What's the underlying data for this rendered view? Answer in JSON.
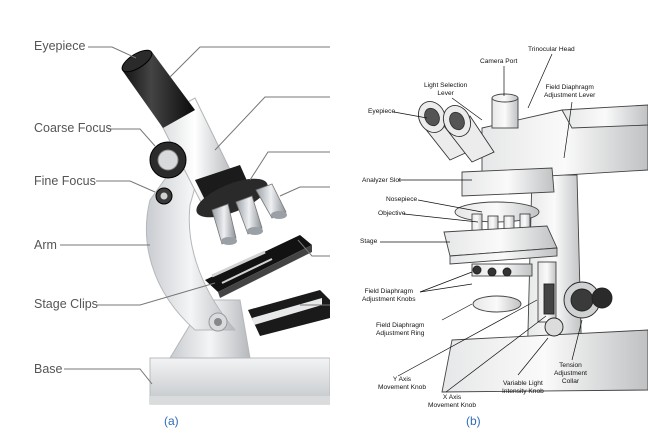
{
  "panel_a": {
    "caption": "(a)",
    "labels": {
      "eyepiece": "Eyepiece",
      "coarse_focus": "Coarse Focus",
      "fine_focus": "Fine Focus",
      "arm": "Arm",
      "stage_clips": "Stage Clips",
      "base": "Base"
    }
  },
  "panel_b": {
    "caption": "(b)",
    "labels": {
      "camera_port": "Camera Port",
      "trinocular_head": "Trinocular Head",
      "light_selection_lever_1": "Light Selection",
      "light_selection_lever_2": "Lever",
      "field_diaphragm_lever_1": "Field Diaphragm",
      "field_diaphragm_lever_2": "Adjustment Lever",
      "eyepiece": "Eyepiece",
      "analyzer_slot": "Analyzer Slot",
      "nosepiece": "Nosepiece",
      "objective": "Objective",
      "stage": "Stage",
      "fd_knobs_1": "Field Diaphragm",
      "fd_knobs_2": "Adjustment Knobs",
      "fd_ring_1": "Field Diaphragm",
      "fd_ring_2": "Adjustment Ring",
      "tension_1": "Tension",
      "tension_2": "Adjustment",
      "tension_3": "Collar",
      "y_axis_1": "Y Axis",
      "y_axis_2": "Movement Knob",
      "x_axis_1": "X Axis",
      "x_axis_2": "Movement Knob",
      "variable_light_1": "Variable Light",
      "variable_light_2": "Intensity Knob"
    }
  }
}
